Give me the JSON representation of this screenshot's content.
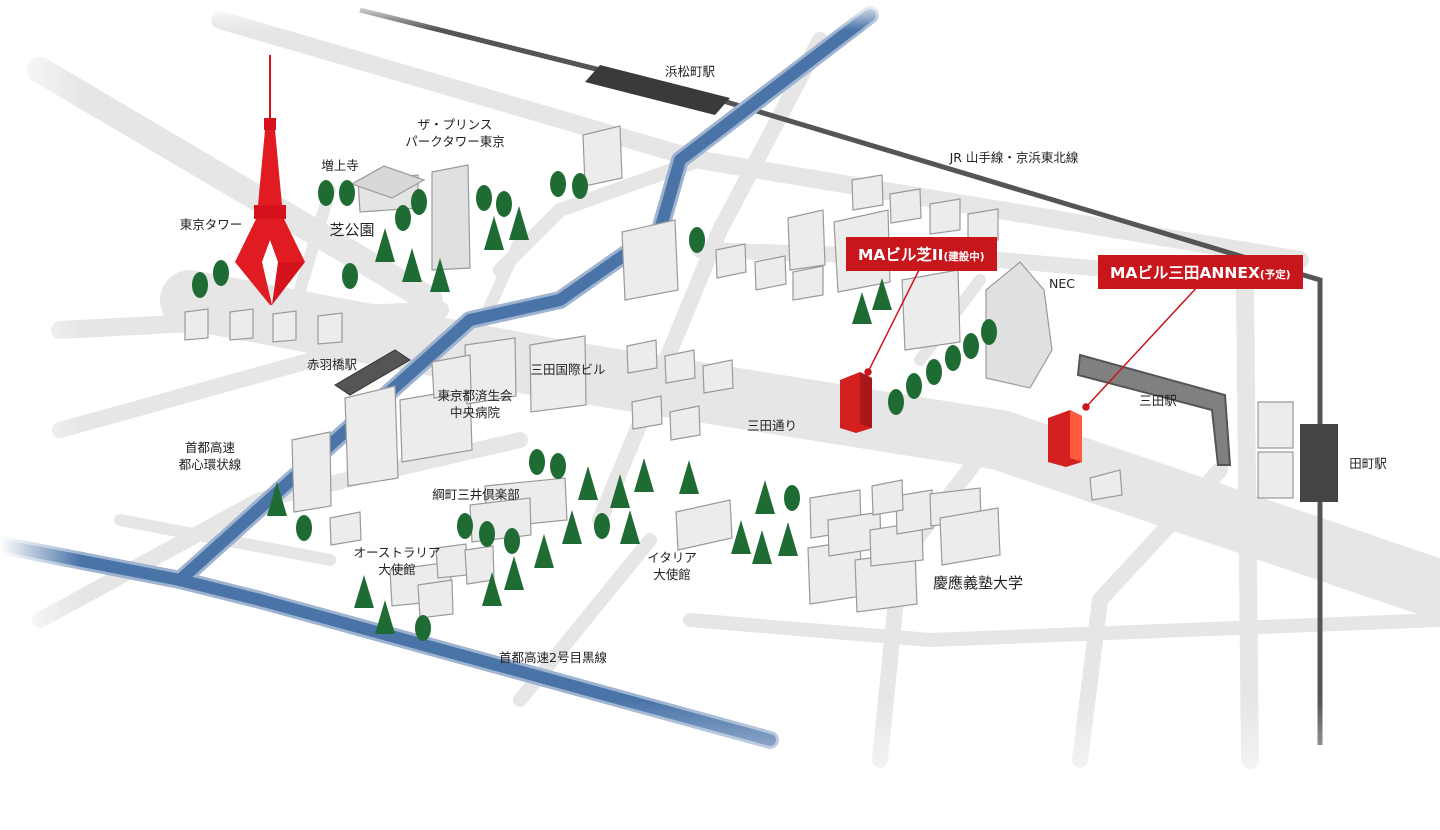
{
  "stations": {
    "hamamatsucho": "浜松町駅",
    "akabanebashi": "赤羽橋駅",
    "mita": "三田駅",
    "tamachi": "田町駅"
  },
  "railways": {
    "jr": "JR 山手線・京浜東北線"
  },
  "expressways": {
    "toshin_loop": [
      "首都高速",
      "都心環状線"
    ],
    "meguro": "首都高速2号目黒線"
  },
  "streets": {
    "mita_dori": "三田通り"
  },
  "landmarks": {
    "tokyo_tower": "東京タワー",
    "zojoji": "増上寺",
    "shiba_park": "芝公園",
    "prince_park_tower": [
      "ザ・プリンス",
      "パークタワー東京"
    ],
    "saiseikai": [
      "東京都済生会",
      "中央病院"
    ],
    "mita_kokusai": "三田国際ビル",
    "tsunamachi_mitsui": "綱町三井倶楽部",
    "australia_embassy": [
      "オーストラリア",
      "大使館"
    ],
    "italy_embassy": [
      "イタリア",
      "大使館"
    ],
    "keio": "慶應義塾大学",
    "nec": "NEC"
  },
  "callouts": {
    "ma_shiba2": {
      "name": "MAビル芝II",
      "note": "(建設中)"
    },
    "ma_mita_annex": {
      "name": "MAビル三田ANNEX",
      "note": "(予定)"
    }
  },
  "colors": {
    "accent_red": "#c8161d",
    "expressway_blue": "#4a73a8",
    "jr_line": "#555555",
    "road": "#e6e6e6",
    "tree": "#1f6b34"
  }
}
